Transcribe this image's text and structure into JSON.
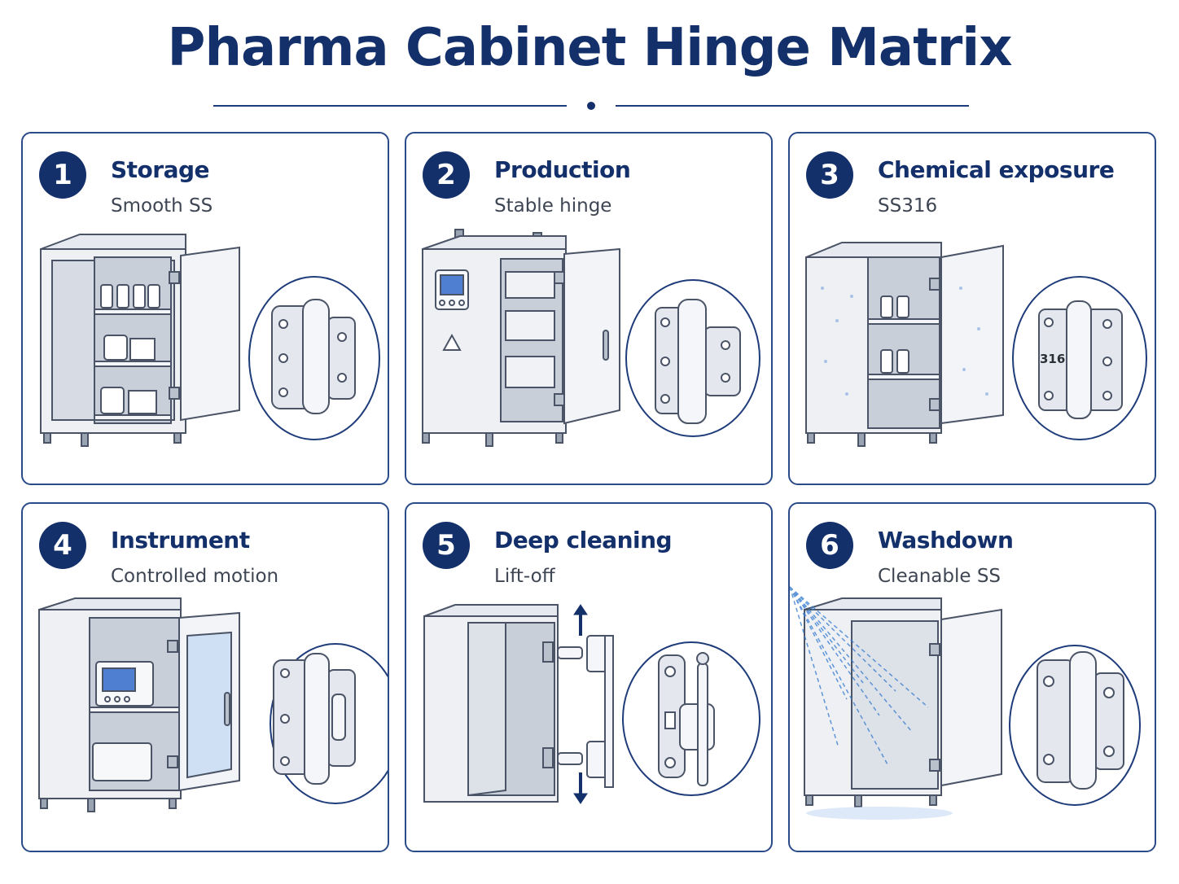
{
  "header": {
    "title": "Pharma Cabinet Hinge Matrix"
  },
  "colors": {
    "navy": "#14306b",
    "border": "#2a4a88",
    "metal": "#e4e8ee",
    "water": "#3b7fd0"
  },
  "cards": [
    {
      "number": "1",
      "title": "Storage",
      "subtitle": "Smooth SS"
    },
    {
      "number": "2",
      "title": "Production",
      "subtitle": "Stable hinge"
    },
    {
      "number": "3",
      "title": "Chemical exposure",
      "subtitle": "SS316",
      "hinge_label": "316"
    },
    {
      "number": "4",
      "title": "Instrument",
      "subtitle": "Controlled motion"
    },
    {
      "number": "5",
      "title": "Deep cleaning",
      "subtitle": "Lift-off"
    },
    {
      "number": "6",
      "title": "Washdown",
      "subtitle": "Cleanable SS"
    }
  ]
}
